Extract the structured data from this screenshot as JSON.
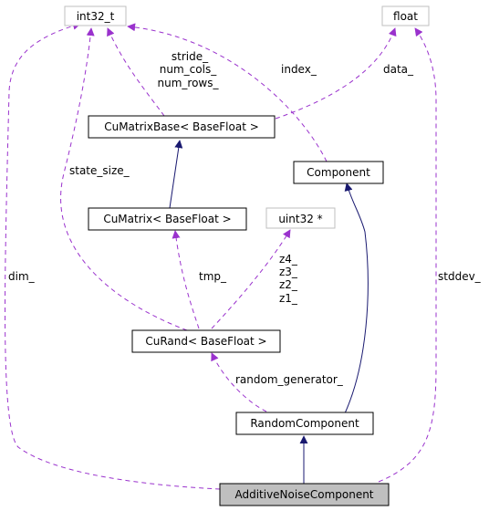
{
  "diagram": {
    "nodes": {
      "int32_t": "int32_t",
      "float": "float",
      "cumatrixbase": "CuMatrixBase< BaseFloat >",
      "component": "Component",
      "cumatrix": "CuMatrix< BaseFloat >",
      "uint32_ptr": "uint32 *",
      "curand": "CuRand< BaseFloat >",
      "randomcomponent": "RandomComponent",
      "additivenoise": "AdditiveNoiseComponent"
    },
    "edge_labels": {
      "stride": "stride_",
      "num_cols": "num_cols_",
      "num_rows": "num_rows_",
      "index": "index_",
      "data": "data_",
      "state_size": "state_size_",
      "dim": "dim_",
      "stddev": "stddev_",
      "tmp": "tmp_",
      "z4": "z4_",
      "z3": "z3_",
      "z2": "z2_",
      "z1": "z1_",
      "random_generator": "random_generator_"
    },
    "colors": {
      "inheritance": "#191970",
      "usage": "#9a32cd",
      "node_border": "#000000",
      "external_border": "#bfbfbf",
      "highlight_fill": "#bfbfbf"
    }
  }
}
